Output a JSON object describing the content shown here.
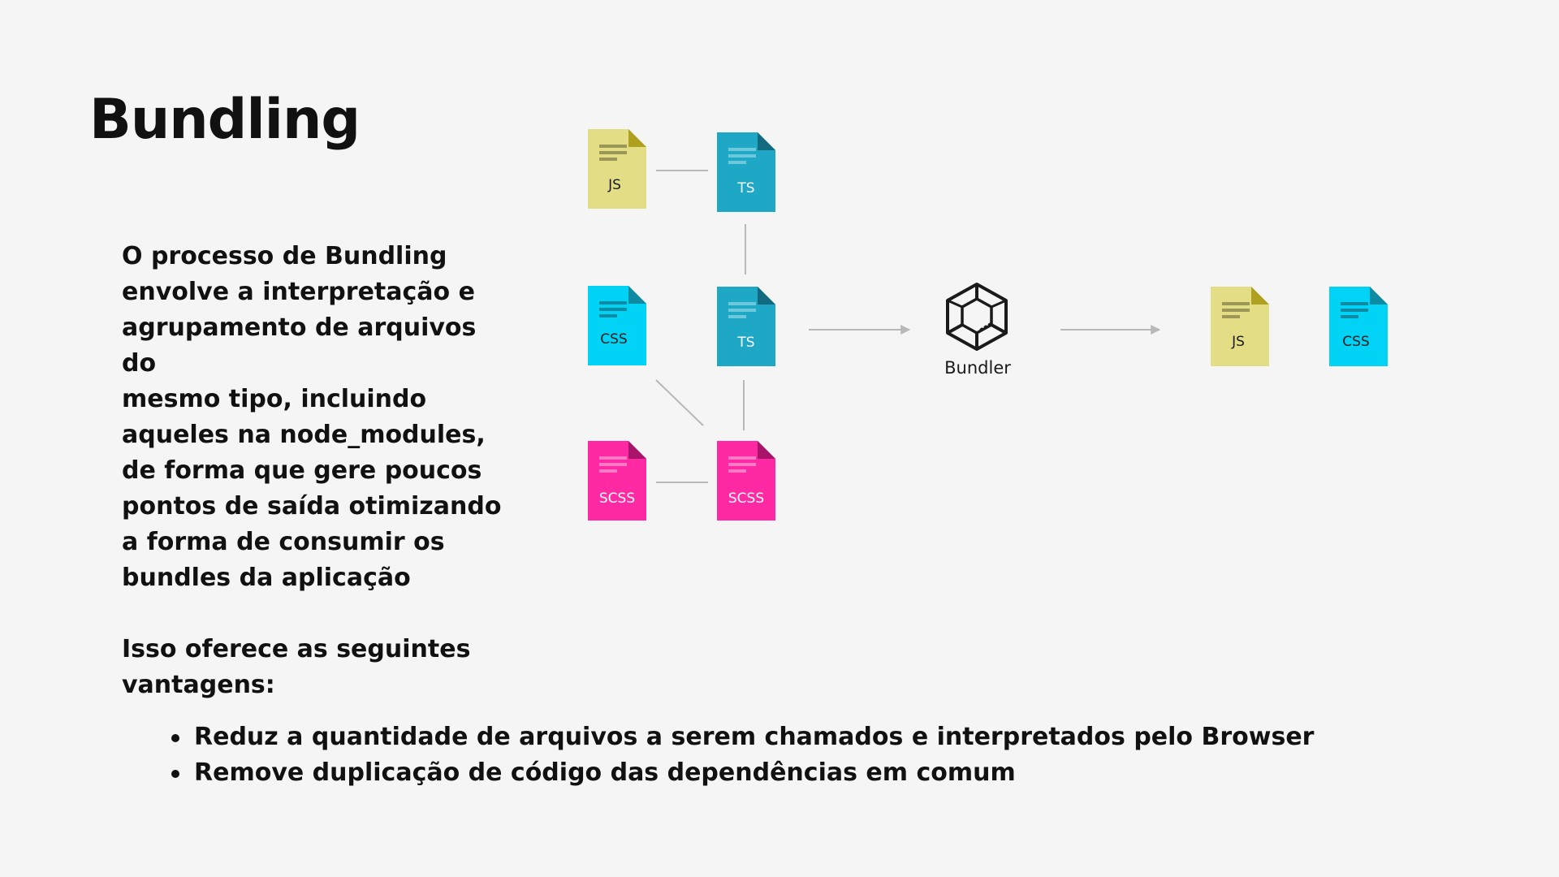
{
  "title": "Bundling",
  "description": {
    "paragraph1": [
      "O processo de Bundling",
      "envolve a interpretação e",
      "agrupamento de arquivos do",
      "mesmo tipo, incluindo",
      "aqueles na node_modules,",
      "de forma que gere poucos",
      "pontos de saída otimizando",
      "a forma de consumir os",
      "bundles da aplicação"
    ],
    "paragraph2": [
      "Isso oferece as seguintes",
      "vantagens:"
    ]
  },
  "bullets": [
    "Reduz a quantidade de arquivos a serem chamados e interpretados pelo Browser",
    "Remove duplicação de código das dependências em comum"
  ],
  "diagram": {
    "colors": {
      "js": "#e3dd86",
      "ts": "#1ea8c6",
      "css": "#00d3f5",
      "scss": "#ff2aa3",
      "connector": "#b8b8b8"
    },
    "input_files": [
      {
        "id": "js-1",
        "label": "JS",
        "type": "js"
      },
      {
        "id": "ts-1",
        "label": "TS",
        "type": "ts"
      },
      {
        "id": "css-1",
        "label": "CSS",
        "type": "css"
      },
      {
        "id": "ts-2",
        "label": "TS",
        "type": "ts"
      },
      {
        "id": "scss-1",
        "label": "SCSS",
        "type": "scss"
      },
      {
        "id": "scss-2",
        "label": "SCSS",
        "type": "scss"
      }
    ],
    "bundler": {
      "label": "Bundler",
      "icon": "webpack-cube-icon"
    },
    "output_files": [
      {
        "id": "out-js",
        "label": "JS",
        "type": "js"
      },
      {
        "id": "out-css",
        "label": "CSS",
        "type": "css"
      }
    ]
  }
}
